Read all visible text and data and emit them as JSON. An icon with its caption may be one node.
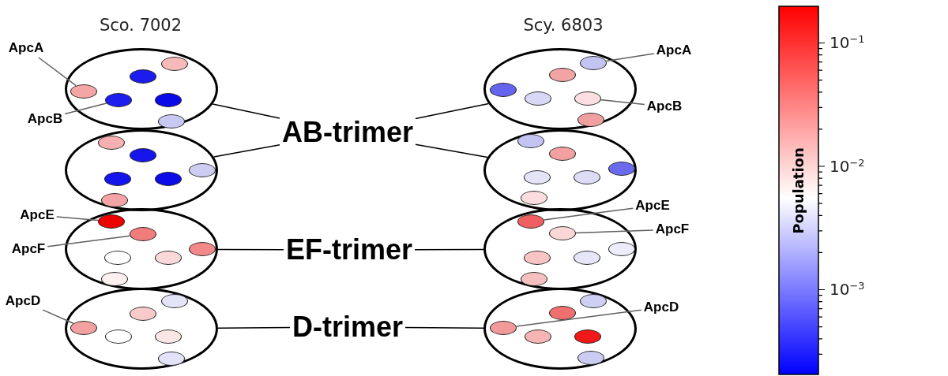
{
  "diagram": {
    "nodes": [
      {
        "text": [],
        "shape": "ellipse"
      },
      {
        "text": [],
        "shape": "circle",
        "in": 0
      },
      {
        "text": [],
        "shape": "circle",
        "in": 0
      },
      {
        "text": [],
        "shape": "circle",
        "in": 0
      },
      {
        "text": [],
        "shape": "circle",
        "in": 0
      },
      {
        "text": [],
        "shape": "circle",
        "in": 0
      },
      {
        "text": [],
        "shape": "circle",
        "in": 0
      },
      {
        "text": [],
        "shape": "ellipse"
      },
      {
        "text": [],
        "shape": "circle",
        "in": 7
      },
      {
        "text": [],
        "shape": "circle",
        "in": 7
      },
      {
        "text": [],
        "shape": "circle",
        "in": 7
      },
      {
        "text": [],
        "shape": "circle",
        "in": 7
      },
      {
        "text": [],
        "shape": "circle",
        "in": 7
      },
      {
        "text": [],
        "shape": "circle",
        "in": 7
      },
      {
        "text": [],
        "shape": "ellipse"
      },
      {
        "text": [],
        "shape": "circle",
        "in": 14
      },
      {
        "text": [],
        "shape": "circle",
        "in": 14
      },
      {
        "text": [],
        "shape": "circle",
        "in": 14
      },
      {
        "text": [],
        "shape": "circle",
        "in": 14
      },
      {
        "text": [],
        "shape": "circle",
        "in": 14
      },
      {
        "text": [],
        "shape": "circle",
        "in": 14
      },
      {
        "text": [],
        "shape": "ellipse"
      },
      {
        "text": [],
        "shape": "circle",
        "in": 21
      },
      {
        "text": [],
        "shape": "circle",
        "in": 21
      },
      {
        "text": [],
        "shape": "circle",
        "in": 21
      },
      {
        "text": [],
        "shape": "circle",
        "in": 21
      },
      {
        "text": [],
        "shape": "circle",
        "in": 21
      },
      {
        "text": [],
        "shape": "circle",
        "in": 21
      },
      {
        "text": [
          "ApcA"
        ]
      },
      {
        "text": [
          "ApcB"
        ]
      },
      {
        "text": [
          "ApcE"
        ]
      },
      {
        "text": [
          "ApcF"
        ]
      },
      {
        "text": [
          "ApcD"
        ]
      },
      {
        "text": [
          "AB-trimer"
        ]
      },
      {
        "text": [
          "EF-trimer"
        ]
      },
      {
        "text": [
          "D-trimer"
        ]
      },
      {
        "text": [],
        "shape": "ellipse"
      },
      {
        "text": [],
        "shape": "circle",
        "in": 36
      },
      {
        "text": [],
        "shape": "circle",
        "in": 36
      },
      {
        "text": [],
        "shape": "circle",
        "in": 36
      },
      {
        "text": [],
        "shape": "circle",
        "in": 36
      },
      {
        "text": [],
        "shape": "circle",
        "in": 36
      },
      {
        "text": [],
        "shape": "circle",
        "in": 36
      },
      {
        "text": [],
        "shape": "ellipse"
      },
      {
        "text": [],
        "shape": "circle",
        "in": 43
      },
      {
        "text": [],
        "shape": "circle",
        "in": 43
      },
      {
        "text": [],
        "shape": "circle",
        "in": 43
      },
      {
        "text": [],
        "shape": "circle",
        "in": 43
      },
      {
        "text": [],
        "shape": "circle",
        "in": 43
      },
      {
        "text": [],
        "shape": "circle",
        "in": 43
      },
      {
        "text": [],
        "shape": "ellipse"
      },
      {
        "text": [],
        "shape": "circle",
        "in": 50
      },
      {
        "text": [],
        "shape": "circle",
        "in": 50
      },
      {
        "text": [],
        "shape": "circle",
        "in": 50
      },
      {
        "text": [],
        "shape": "circle",
        "in": 50
      },
      {
        "text": [],
        "shape": "circle",
        "in": 50
      },
      {
        "text": [],
        "shape": "circle",
        "in": 50
      },
      {
        "text": [],
        "shape": "ellipse"
      },
      {
        "text": [],
        "shape": "circle",
        "in": 57
      },
      {
        "text": [],
        "shape": "circle",
        "in": 57
      },
      {
        "text": [],
        "shape": "circle",
        "in": 57
      },
      {
        "text": [],
        "shape": "circle",
        "in": 57
      },
      {
        "text": [],
        "shape": "circle",
        "in": 57
      },
      {
        "text": [],
        "shape": "circle",
        "in": 57
      },
      {
        "text": [
          "ApcA"
        ]
      },
      {
        "text": [
          "ApcB"
        ]
      },
      {
        "text": [
          "ApcE"
        ]
      },
      {
        "text": [
          "ApcF"
        ]
      },
      {
        "text": [
          "ApcD"
        ]
      }
    ],
    "edges": [
      {
        "from": 28,
        "to": 3,
        "arrow": "none"
      },
      {
        "from": 29,
        "to": 4,
        "arrow": "none"
      },
      {
        "from": 30,
        "to": 15,
        "arrow": "none"
      },
      {
        "from": 31,
        "to": 16,
        "arrow": "none"
      },
      {
        "from": 32,
        "to": 24,
        "arrow": "none"
      },
      {
        "from": 64,
        "to": 37,
        "arrow": "none"
      },
      {
        "from": 65,
        "to": 41,
        "arrow": "none"
      },
      {
        "from": 66,
        "to": 51,
        "arrow": "none"
      },
      {
        "from": 67,
        "to": 52,
        "arrow": "none"
      },
      {
        "from": 68,
        "to": 60,
        "arrow": "none"
      },
      {
        "from": 33,
        "to": 0,
        "arrow": "none",
        "color": "#000000"
      },
      {
        "from": 33,
        "to": 7,
        "arrow": "none",
        "color": "#000000"
      },
      {
        "from": 33,
        "to": 36,
        "arrow": "none",
        "color": "#000000"
      },
      {
        "from": 33,
        "to": 43,
        "arrow": "none",
        "color": "#000000"
      },
      {
        "from": 34,
        "to": 14,
        "arrow": "none",
        "color": "#000000"
      },
      {
        "from": 34,
        "to": 50,
        "arrow": "none",
        "color": "#000000"
      },
      {
        "from": 35,
        "to": 21,
        "arrow": "none",
        "color": "#000000"
      },
      {
        "from": 35,
        "to": 57,
        "arrow": "none",
        "color": "#000000"
      }
    ],
    "labels": [
      "Sco. 7002",
      "Scy. 6803",
      "Population",
      "10$^{−1}$",
      "10$^{−2}$",
      "10$^{−3}$"
    ]
  }
}
